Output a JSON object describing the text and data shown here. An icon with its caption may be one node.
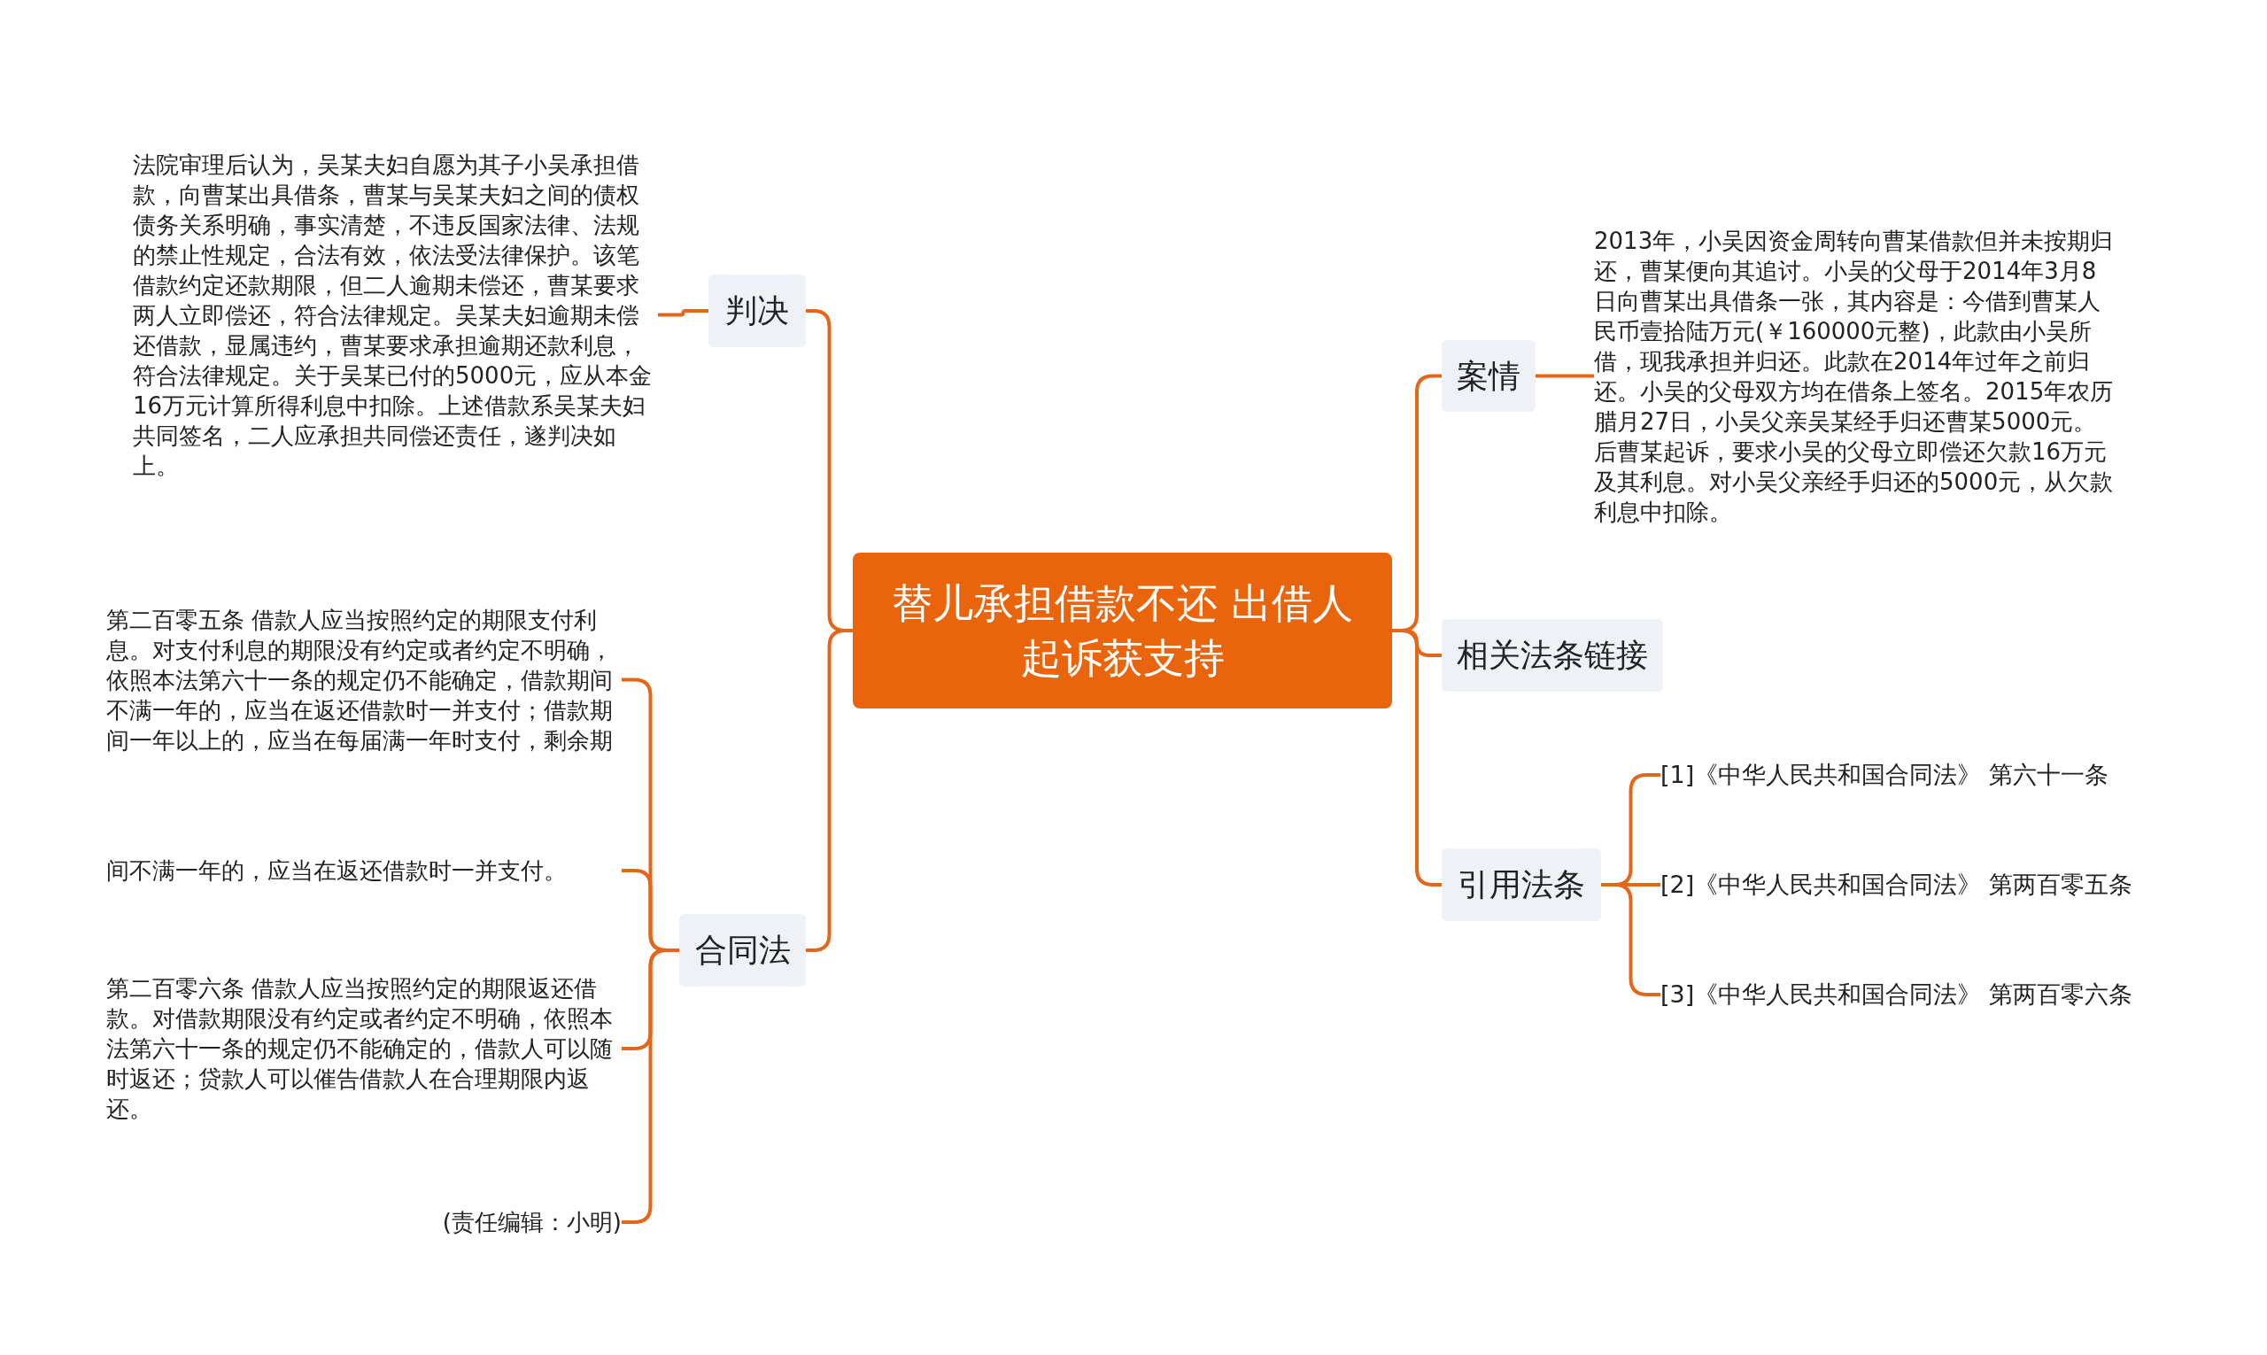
{
  "diagram": {
    "nodes": [
      {
        "text": [
          "替儿承担借款不还 出借人起诉获支持"
        ]
      },
      {
        "text": [
          "判决"
        ]
      },
      {
        "text": [
          "法院审理后认为，吴某夫妇自愿为其子小吴承担借款，向曹某出具借条，曹某与吴某夫妇之间的债权债务关系明确，事实清楚，不违反国家法律、法规的禁止性规定，合法有效，依法受法律保护。该笔借款约定还款期限，但二人逾期未偿还，曹某要求两人立即偿还，符合法律规定。吴某夫妇逾期未偿还借款，显属违约，曹某要求承担逾期还款利息，符合法律规定。关于吴某已付的5000元，应从本金16万元计算所得利息中扣除。上述借款系吴某夫妇共同签名，二人应承担共同偿还责任，遂判决如上。"
        ]
      },
      {
        "text": [
          "合同法"
        ]
      },
      {
        "text": [
          "第二百零五条 借款人应当按照约定的期限支付利息。对支付利息的期限没有约定或者约定不明确，依照本法第六十一条的规定仍不能确定，借款期间不满一年的，应当在返还借款时一并支付；借款期间一年以上的，应当在每届满一年时支付，剩余期"
        ]
      },
      {
        "text": [
          "间不满一年的，应当在返还借款时一并支付。"
        ]
      },
      {
        "text": [
          "第二百零六条 借款人应当按照约定的期限返还借款。对借款期限没有约定或者约定不明确，依照本法第六十一条的规定仍不能确定的，借款人可以随时返还；贷款人可以催告借款人在合理期限内返还。"
        ]
      },
      {
        "text": [
          "(责任编辑：小明)"
        ]
      },
      {
        "text": [
          "案情"
        ]
      },
      {
        "text": [
          "2013年，小吴因资金周转向曹某借款但并未按期归还，曹某便向其追讨。小吴的父母于2014年3月8日向曹某出具借条一张，其内容是：今借到曹某人民币壹拾陆万元(￥160000元整)，此款由小吴所借，现我承担并归还。此款在2014年过年之前归还。小吴的父母双方均在借条上签名。2015年农历腊月27日，小吴父亲吴某经手归还曹某5000元。后曹某起诉，要求小吴的父母立即偿还欠款16万元及其利息。对小吴父亲经手归还的5000元，从欠款利息中扣除。"
        ]
      },
      {
        "text": [
          "相关法条链接"
        ]
      },
      {
        "text": [
          "引用法条"
        ]
      },
      {
        "text": [
          "[1]《中华人民共和国合同法》 第六十一条"
        ]
      },
      {
        "text": [
          "[2]《中华人民共和国合同法》 第两百零五条"
        ]
      },
      {
        "text": [
          "[3]《中华人民共和国合同法》 第两百零六条"
        ]
      }
    ],
    "edges": [
      {
        "from": 0,
        "to": 1,
        "arrow": "none"
      },
      {
        "from": 1,
        "to": 2,
        "arrow": "none"
      },
      {
        "from": 0,
        "to": 3,
        "arrow": "none"
      },
      {
        "from": 3,
        "to": 4,
        "arrow": "none"
      },
      {
        "from": 3,
        "to": 5,
        "arrow": "none"
      },
      {
        "from": 3,
        "to": 6,
        "arrow": "none"
      },
      {
        "from": 3,
        "to": 7,
        "arrow": "none"
      },
      {
        "from": 0,
        "to": 8,
        "arrow": "none"
      },
      {
        "from": 8,
        "to": 9,
        "arrow": "none"
      },
      {
        "from": 0,
        "to": 10,
        "arrow": "none"
      },
      {
        "from": 0,
        "to": 11,
        "arrow": "none"
      },
      {
        "from": 11,
        "to": 12,
        "arrow": "none"
      },
      {
        "from": 11,
        "to": 13,
        "arrow": "none"
      },
      {
        "from": 11,
        "to": 14,
        "arrow": "none"
      }
    ]
  }
}
